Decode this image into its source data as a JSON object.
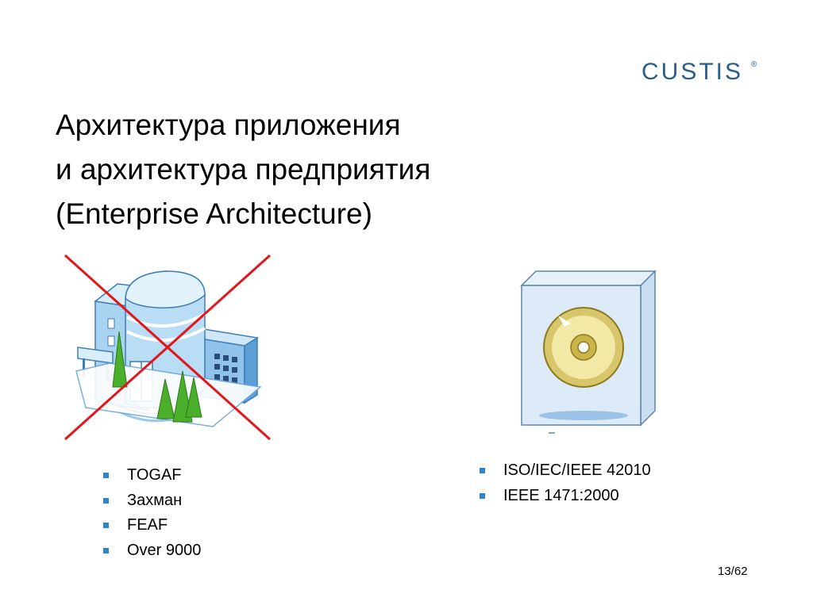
{
  "logo": {
    "text": "CUSTIS",
    "mark": "®"
  },
  "title": {
    "line1": "Архитектура приложения",
    "line2": "и архитектура предприятия",
    "line3": "(Enterprise Architecture)"
  },
  "icons": {
    "left": "crossed-out-building-icon",
    "right": "cd-box-icon",
    "cross_color": "#e3161b"
  },
  "left_list": [
    "TOGAF",
    "Захман",
    "FEAF",
    "Over 9000"
  ],
  "right_list": [
    "ISO/IEC/IEEE 42010",
    "IEEE 1471:2000"
  ],
  "page_number": "13/62",
  "colors": {
    "bullet": "#2e86c9",
    "logo": "#2a5d8a"
  }
}
